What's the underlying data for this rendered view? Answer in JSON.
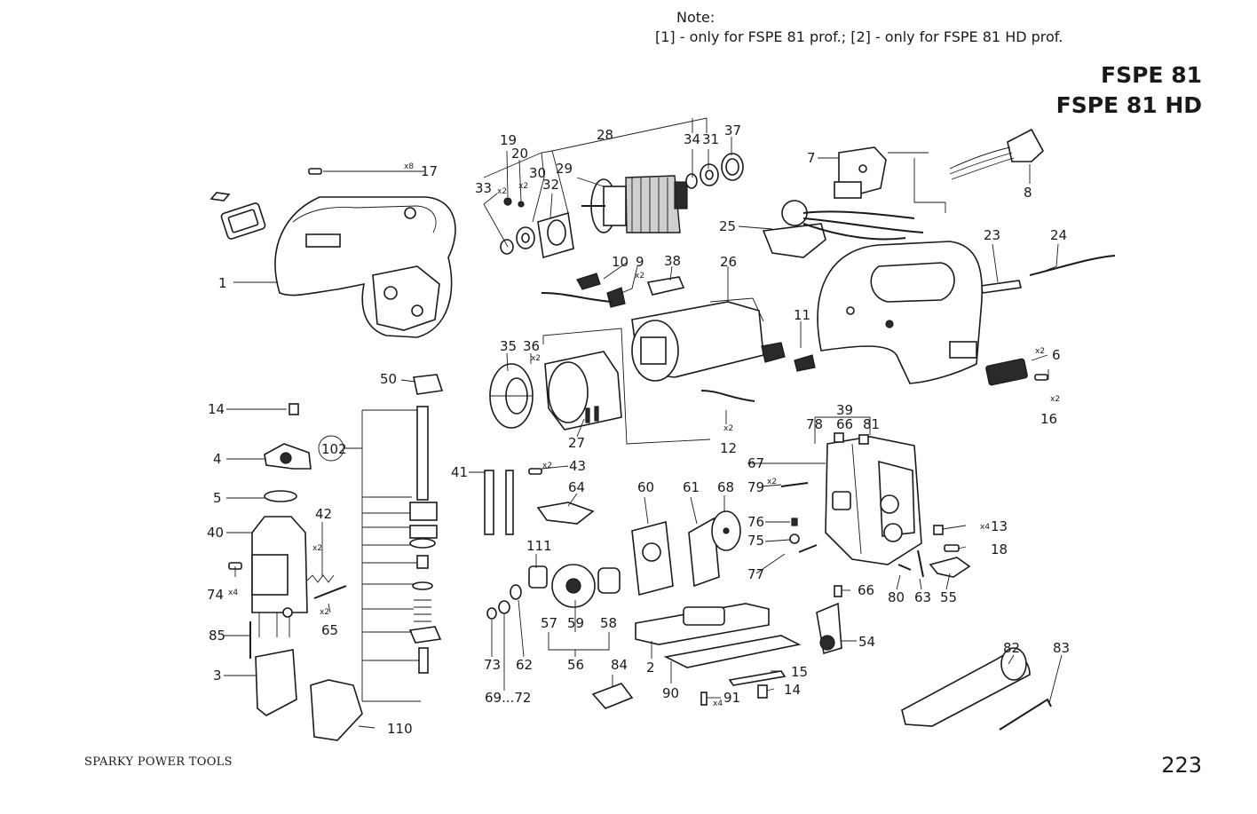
{
  "note": {
    "title": "Note:",
    "text": "[1] - only for FSPE 81 prof.; [2] - only for FSPE 81 HD prof."
  },
  "models": [
    "FSPE 81",
    "FSPE 81 HD"
  ],
  "footer": {
    "brand": "SPARKY POWER TOOLS",
    "page": "223"
  },
  "diagram": {
    "part_numbers": [
      "1",
      "2",
      "3",
      "4",
      "5",
      "6",
      "7",
      "8",
      "9",
      "10",
      "11",
      "12",
      "13",
      "14",
      "14",
      "15",
      "16",
      "17",
      "18",
      "19",
      "20",
      "23",
      "24",
      "25",
      "26",
      "27",
      "28",
      "29",
      "30",
      "31",
      "32",
      "33",
      "34",
      "35",
      "36",
      "37",
      "38",
      "39",
      "40",
      "41",
      "42",
      "43",
      "50",
      "54",
      "55",
      "56",
      "57",
      "58",
      "59",
      "60",
      "61",
      "62",
      "63",
      "64",
      "65",
      "66",
      "66",
      "67",
      "68",
      "69...72",
      "73",
      "74",
      "75",
      "76",
      "77",
      "78",
      "79",
      "80",
      "81",
      "82",
      "83",
      "84",
      "85",
      "90",
      "91",
      "102",
      "110",
      "111"
    ],
    "quantity_marks": [
      "x8",
      "x2",
      "x2",
      "x2",
      "x2",
      "x2",
      "x2",
      "x2",
      "x2",
      "x2",
      "x2",
      "x4",
      "x4",
      "x2",
      "x4"
    ],
    "highlighted_part": "102"
  }
}
